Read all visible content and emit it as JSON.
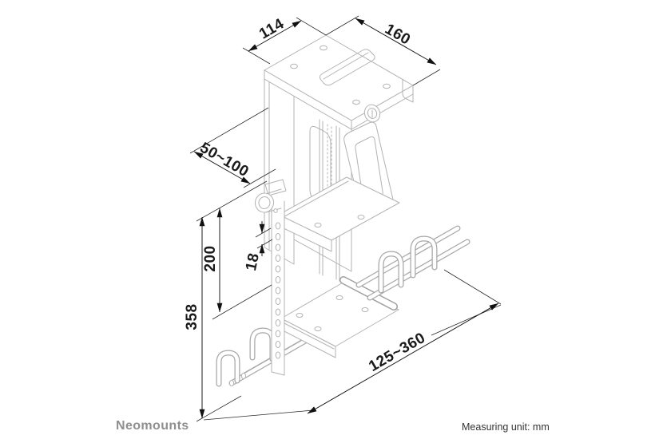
{
  "dimensions": {
    "plate_width": "114",
    "plate_depth": "160",
    "clamp_depth_range": "50~100",
    "arm_height": "200",
    "hole_pitch": "18",
    "total_height": "358",
    "cpu_width_range": "125~360"
  },
  "footer": {
    "brand": "Neomounts",
    "unit_note": "Measuring unit: mm"
  },
  "colors": {
    "drawing_line": "#b3b3b3",
    "dimension_line": "#1c1c1c",
    "brand_text": "#8f8f8f",
    "note_text": "#333333",
    "background": "#ffffff"
  }
}
